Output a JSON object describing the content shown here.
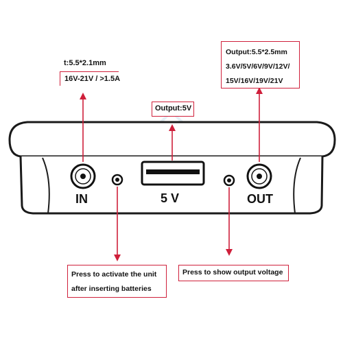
{
  "ports": {
    "in_label": "IN",
    "usb_label": "5 V",
    "out_label": "OUT"
  },
  "callouts": {
    "input": {
      "lines": [
        "t:5.5*2.1mm",
        "16V-21V / >1.5A"
      ]
    },
    "usb": {
      "lines": [
        "Output:5V"
      ]
    },
    "output": {
      "lines": [
        "Output:5.5*2.5mm",
        "3.6V/5V/6V/9V/12V/",
        "15V/16V/19V/21V"
      ]
    },
    "left_button": {
      "lines": [
        "Press to activate the unit",
        "after inserting batteries"
      ]
    },
    "right_button": {
      "lines": [
        "Press to show output voltage"
      ]
    }
  },
  "colors": {
    "arrow": "#cf1f3a",
    "outline": "#1a1a1a",
    "watermark": "#cfe3ee"
  }
}
